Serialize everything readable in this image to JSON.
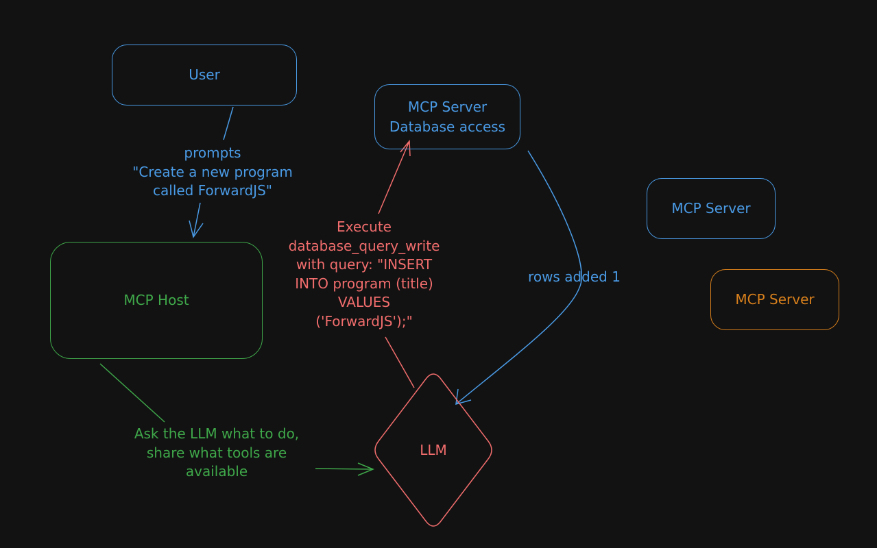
{
  "colors": {
    "background": "#121212",
    "blue": "#4a9be6",
    "green": "#3fa84a",
    "red": "#f26d6d",
    "orange": "#d9801c"
  },
  "nodes": {
    "user": "User",
    "mcp_server_db": "MCP Server\nDatabase access",
    "mcp_server_1": "MCP Server",
    "mcp_server_2": "MCP Server",
    "mcp_host": "MCP Host",
    "llm": "LLM"
  },
  "edges": {
    "user_to_host": "prompts\n\"Create a new program\ncalled ForwardJS\"",
    "llm_to_server": "Execute\ndatabase_query_write\nwith query: \"INSERT\nINTO program (title)\nVALUES\n('ForwardJS');\"",
    "server_to_llm": "rows added 1",
    "host_to_llm": "Ask the LLM what to do,\nshare what tools are\navailable"
  }
}
